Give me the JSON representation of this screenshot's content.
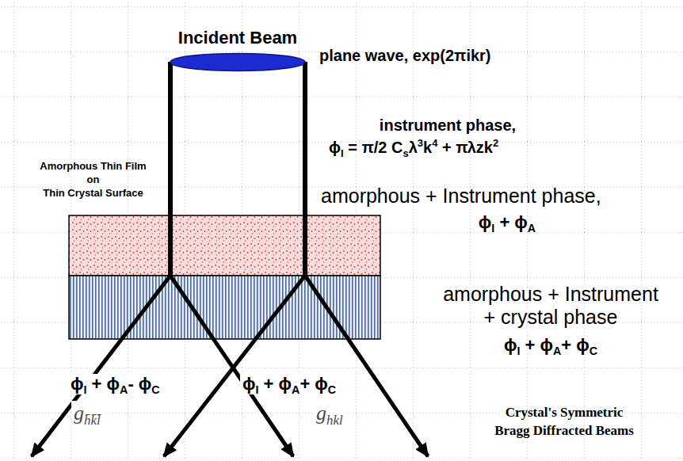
{
  "diagram": {
    "nodes": [
      {
        "text": [
          "Incident Beam"
        ]
      }
    ],
    "labels": [
      "plane wave, exp(2πikr)",
      "instrument phase,",
      "ϕI = π/2 Csλ3k4 + πλzk2",
      "Amorphous Thin Film on Thin Crystal Surface",
      "amorphous + Instrument phase,",
      "ϕI + ϕA",
      "amorphous + Instrument + crystal phase",
      "ϕI + ϕA+ ϕC",
      "ϕI + ϕA- ϕC",
      "gh̄k̄l̄",
      "ϕI + ϕA+ ϕC",
      "ghkl",
      "Crystal's Symmetric Bragg Diffracted Beams"
    ]
  }
}
